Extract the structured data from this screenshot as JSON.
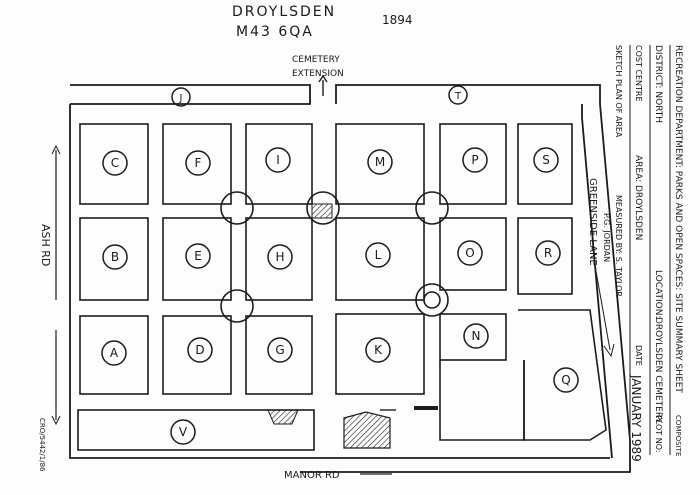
{
  "header": {
    "postcode_line1": "DROYLSDEN",
    "postcode_line2": "M43  6QA",
    "year": "1894"
  },
  "map": {
    "north_label": "CEMETERY",
    "north_label2": "EXTENSION",
    "west_road": "ASH RD",
    "south_road": "MANOR RD",
    "east_lane": "GREENSIDE LANE",
    "margin_ref": "CRO/5442/1/86"
  },
  "plots": [
    {
      "id": "plot-C",
      "label": "C"
    },
    {
      "id": "plot-F",
      "label": "F"
    },
    {
      "id": "plot-I",
      "label": "I"
    },
    {
      "id": "plot-M",
      "label": "M"
    },
    {
      "id": "plot-P",
      "label": "P"
    },
    {
      "id": "plot-S",
      "label": "S"
    },
    {
      "id": "plot-B",
      "label": "B"
    },
    {
      "id": "plot-E",
      "label": "E"
    },
    {
      "id": "plot-H",
      "label": "H"
    },
    {
      "id": "plot-L",
      "label": "L"
    },
    {
      "id": "plot-O",
      "label": "O"
    },
    {
      "id": "plot-R",
      "label": "R"
    },
    {
      "id": "plot-A",
      "label": "A"
    },
    {
      "id": "plot-D",
      "label": "D"
    },
    {
      "id": "plot-G",
      "label": "G"
    },
    {
      "id": "plot-K",
      "label": "K"
    },
    {
      "id": "plot-N",
      "label": "N"
    },
    {
      "id": "plot-Q",
      "label": "Q"
    },
    {
      "id": "plot-V",
      "label": "V"
    },
    {
      "id": "plot-J",
      "label": "J"
    },
    {
      "id": "plot-T",
      "label": "T"
    }
  ],
  "sheet": {
    "dept": "RECREATION DEPARTMENT:  PARKS AND OPEN SPACES:  SITE SUMMARY SHEET",
    "district": "DISTRICT: NORTH",
    "area": "AREA: DROYLSDEN",
    "location_label": "LOCATION:",
    "location_value": "DROYLSDEN CEMETERY",
    "composite_label": "COMPOSITE",
    "plot_no": "PLOT NO:",
    "cost_centre": "COST CENTRE",
    "sketch": "SKETCH PLAN OF AREA",
    "measured": "MEASURED BY:  S. TAYLOR",
    "drawn": "P.G. JORDAN",
    "date_label": "DATE",
    "date_value": "JANUARY 1989"
  }
}
